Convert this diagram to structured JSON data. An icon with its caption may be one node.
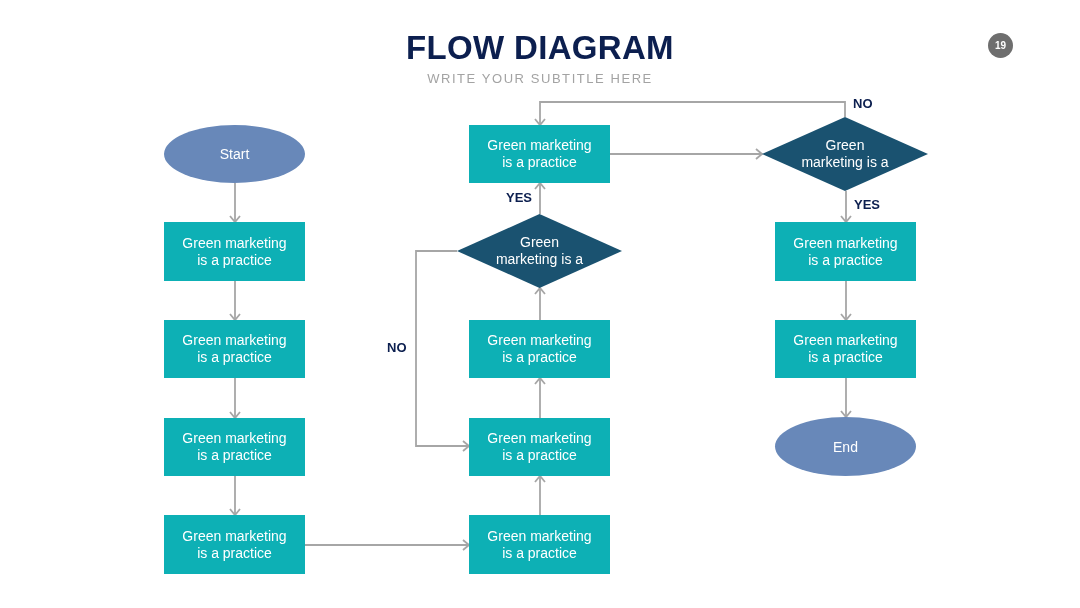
{
  "diagram": {
    "title": "FLOW DIAGRAM",
    "nodes": [
      {
        "text": [
          "Start"
        ]
      },
      {
        "text": [
          "Green marketing is a practice"
        ]
      },
      {
        "text": [
          "Green marketing is a practice"
        ]
      },
      {
        "text": [
          "Green marketing is a practice"
        ]
      },
      {
        "text": [
          "Green marketing is a practice"
        ]
      },
      {
        "text": [
          "Green marketing is a practice"
        ]
      },
      {
        "text": [
          "Green marketing is a practice"
        ]
      },
      {
        "text": [
          "Green marketing is a practice"
        ]
      },
      {
        "text": [
          "Green marketing is a"
        ]
      },
      {
        "text": [
          "Green marketing is a practice"
        ]
      },
      {
        "text": [
          "Green marketing is a"
        ]
      },
      {
        "text": [
          "Green marketing is a practice"
        ]
      },
      {
        "text": [
          "Green marketing is a practice"
        ]
      },
      {
        "text": [
          "End"
        ]
      }
    ],
    "edges": [
      {
        "from": 0,
        "to": 1,
        "arrow": "to"
      },
      {
        "from": 1,
        "to": 2,
        "arrow": "to"
      },
      {
        "from": 2,
        "to": 3,
        "arrow": "to"
      },
      {
        "from": 3,
        "to": 4,
        "arrow": "to"
      },
      {
        "from": 4,
        "to": 5,
        "arrow": "to"
      },
      {
        "from": 5,
        "to": 6,
        "arrow": "to"
      },
      {
        "from": 6,
        "to": 7,
        "arrow": "to"
      },
      {
        "from": 7,
        "to": 8,
        "arrow": "to"
      },
      {
        "from": 8,
        "to": 9,
        "arrow": "to",
        "label": "YES"
      },
      {
        "from": 8,
        "to": 6,
        "arrow": "to",
        "label": "NO"
      },
      {
        "from": 9,
        "to": 10,
        "arrow": "to"
      },
      {
        "from": 10,
        "to": 9,
        "arrow": "to",
        "label": "NO"
      },
      {
        "from": 10,
        "to": 11,
        "arrow": "to",
        "label": "YES"
      },
      {
        "from": 11,
        "to": 12,
        "arrow": "to"
      },
      {
        "from": 12,
        "to": 13,
        "arrow": "to"
      }
    ],
    "labels": [
      "WRITE YOUR SUBTITLE HERE",
      "19"
    ]
  }
}
